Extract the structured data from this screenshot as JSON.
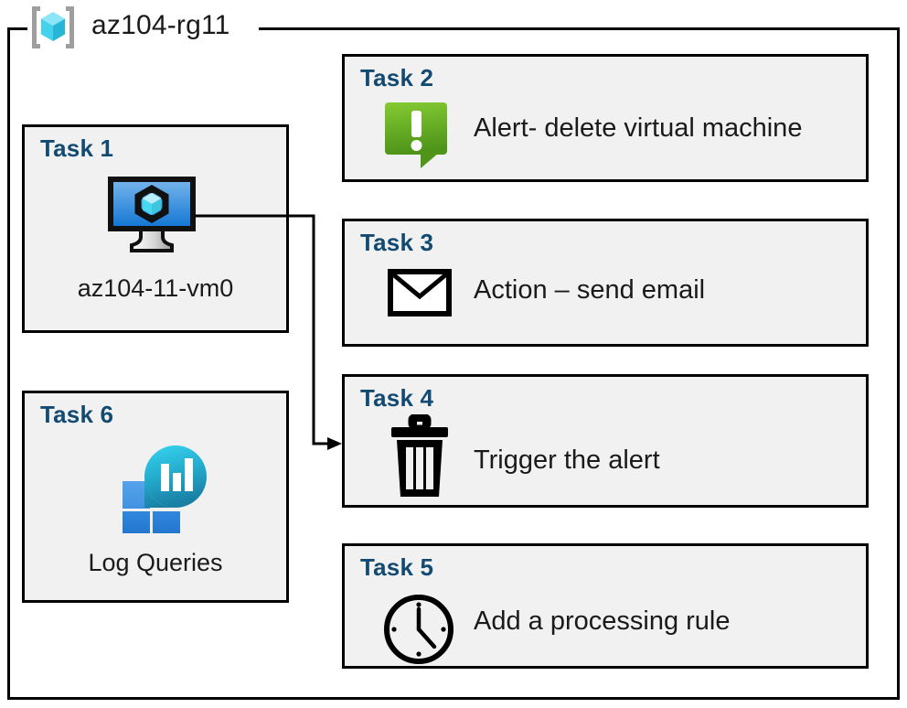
{
  "resource_group": {
    "name": "az104-rg11",
    "icon": "azure-resource-group-icon"
  },
  "colors": {
    "task_title": "#124a72",
    "box_fill": "#f1f1f1",
    "box_border": "#000000",
    "alert_green_light": "#7cc62e",
    "alert_green_dark": "#4e9419",
    "vm_screen_light": "#6fb0ea",
    "vm_screen_dark": "#1277d4",
    "log_cyan": "#32ccea",
    "log_teal": "#1b8fb0",
    "log_blue_light": "#4d9ae8",
    "log_blue_dark": "#2b84da",
    "cube_cyan_light": "#8ce6f7",
    "cube_cyan_mid": "#43d3ef",
    "cube_cyan_dark": "#27b6d6",
    "bracket_gray": "#9e9e9e"
  },
  "tasks": [
    {
      "id": "task1",
      "title": "Task 1",
      "label": "az104-11-vm0",
      "icon": "virtual-machine-icon",
      "layout": "icon-above-label"
    },
    {
      "id": "task2",
      "title": "Task 2",
      "label": "Alert- delete virtual machine",
      "icon": "alert-exclamation-icon",
      "layout": "icon-left-of-label"
    },
    {
      "id": "task3",
      "title": "Task 3",
      "label": "Action – send email",
      "icon": "envelope-icon",
      "layout": "icon-left-of-label"
    },
    {
      "id": "task4",
      "title": "Task 4",
      "label": "Trigger the alert",
      "icon": "trash-can-icon",
      "layout": "icon-left-of-label"
    },
    {
      "id": "task5",
      "title": "Task 5",
      "label": "Add a processing rule",
      "icon": "clock-icon",
      "layout": "icon-left-of-label"
    },
    {
      "id": "task6",
      "title": "Task 6",
      "label": "Log Queries",
      "icon": "log-analytics-icon",
      "layout": "icon-above-label"
    }
  ],
  "connector": {
    "from": "virtual-machine-icon",
    "to": "task4",
    "style": "orthogonal-arrow"
  }
}
